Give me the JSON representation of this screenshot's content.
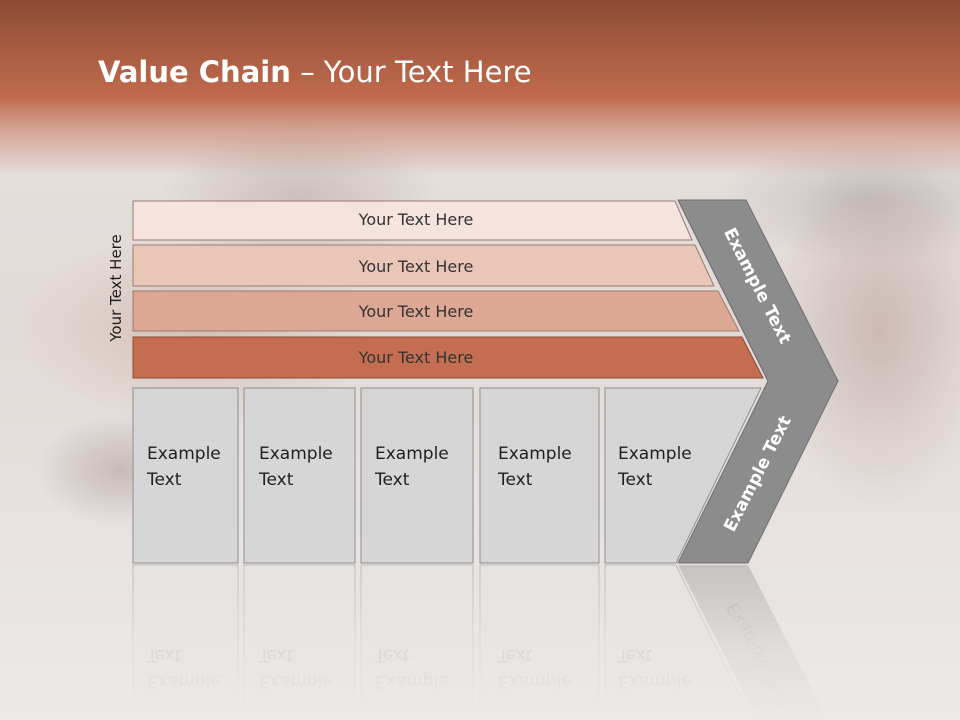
{
  "slide": {
    "title_bold": "Value Chain",
    "title_rest": " – Your Text Here",
    "vertical_label": "Your Text Here"
  },
  "bands": [
    {
      "label": "Your Text Here",
      "color": "#f4e4dd"
    },
    {
      "label": "Your Text Here",
      "color": "#e9c6b8"
    },
    {
      "label": "Your Text Here",
      "color": "#dca894"
    },
    {
      "label": "Your Text Here",
      "color": "#c46d50"
    }
  ],
  "boxes": [
    {
      "line1": "Example",
      "line2": "Text"
    },
    {
      "line1": "Example",
      "line2": "Text"
    },
    {
      "line1": "Example",
      "line2": "Text"
    },
    {
      "line1": "Example",
      "line2": "Text"
    },
    {
      "line1": "Example",
      "line2": "Text"
    }
  ],
  "chevron": {
    "upper_label": "Example Text",
    "lower_label": "Example Text",
    "color": "#8c8c8c"
  },
  "colors": {
    "header": "#b5603f",
    "box_fill": "#d6d6d6",
    "box_border": "#8e8e8e"
  }
}
